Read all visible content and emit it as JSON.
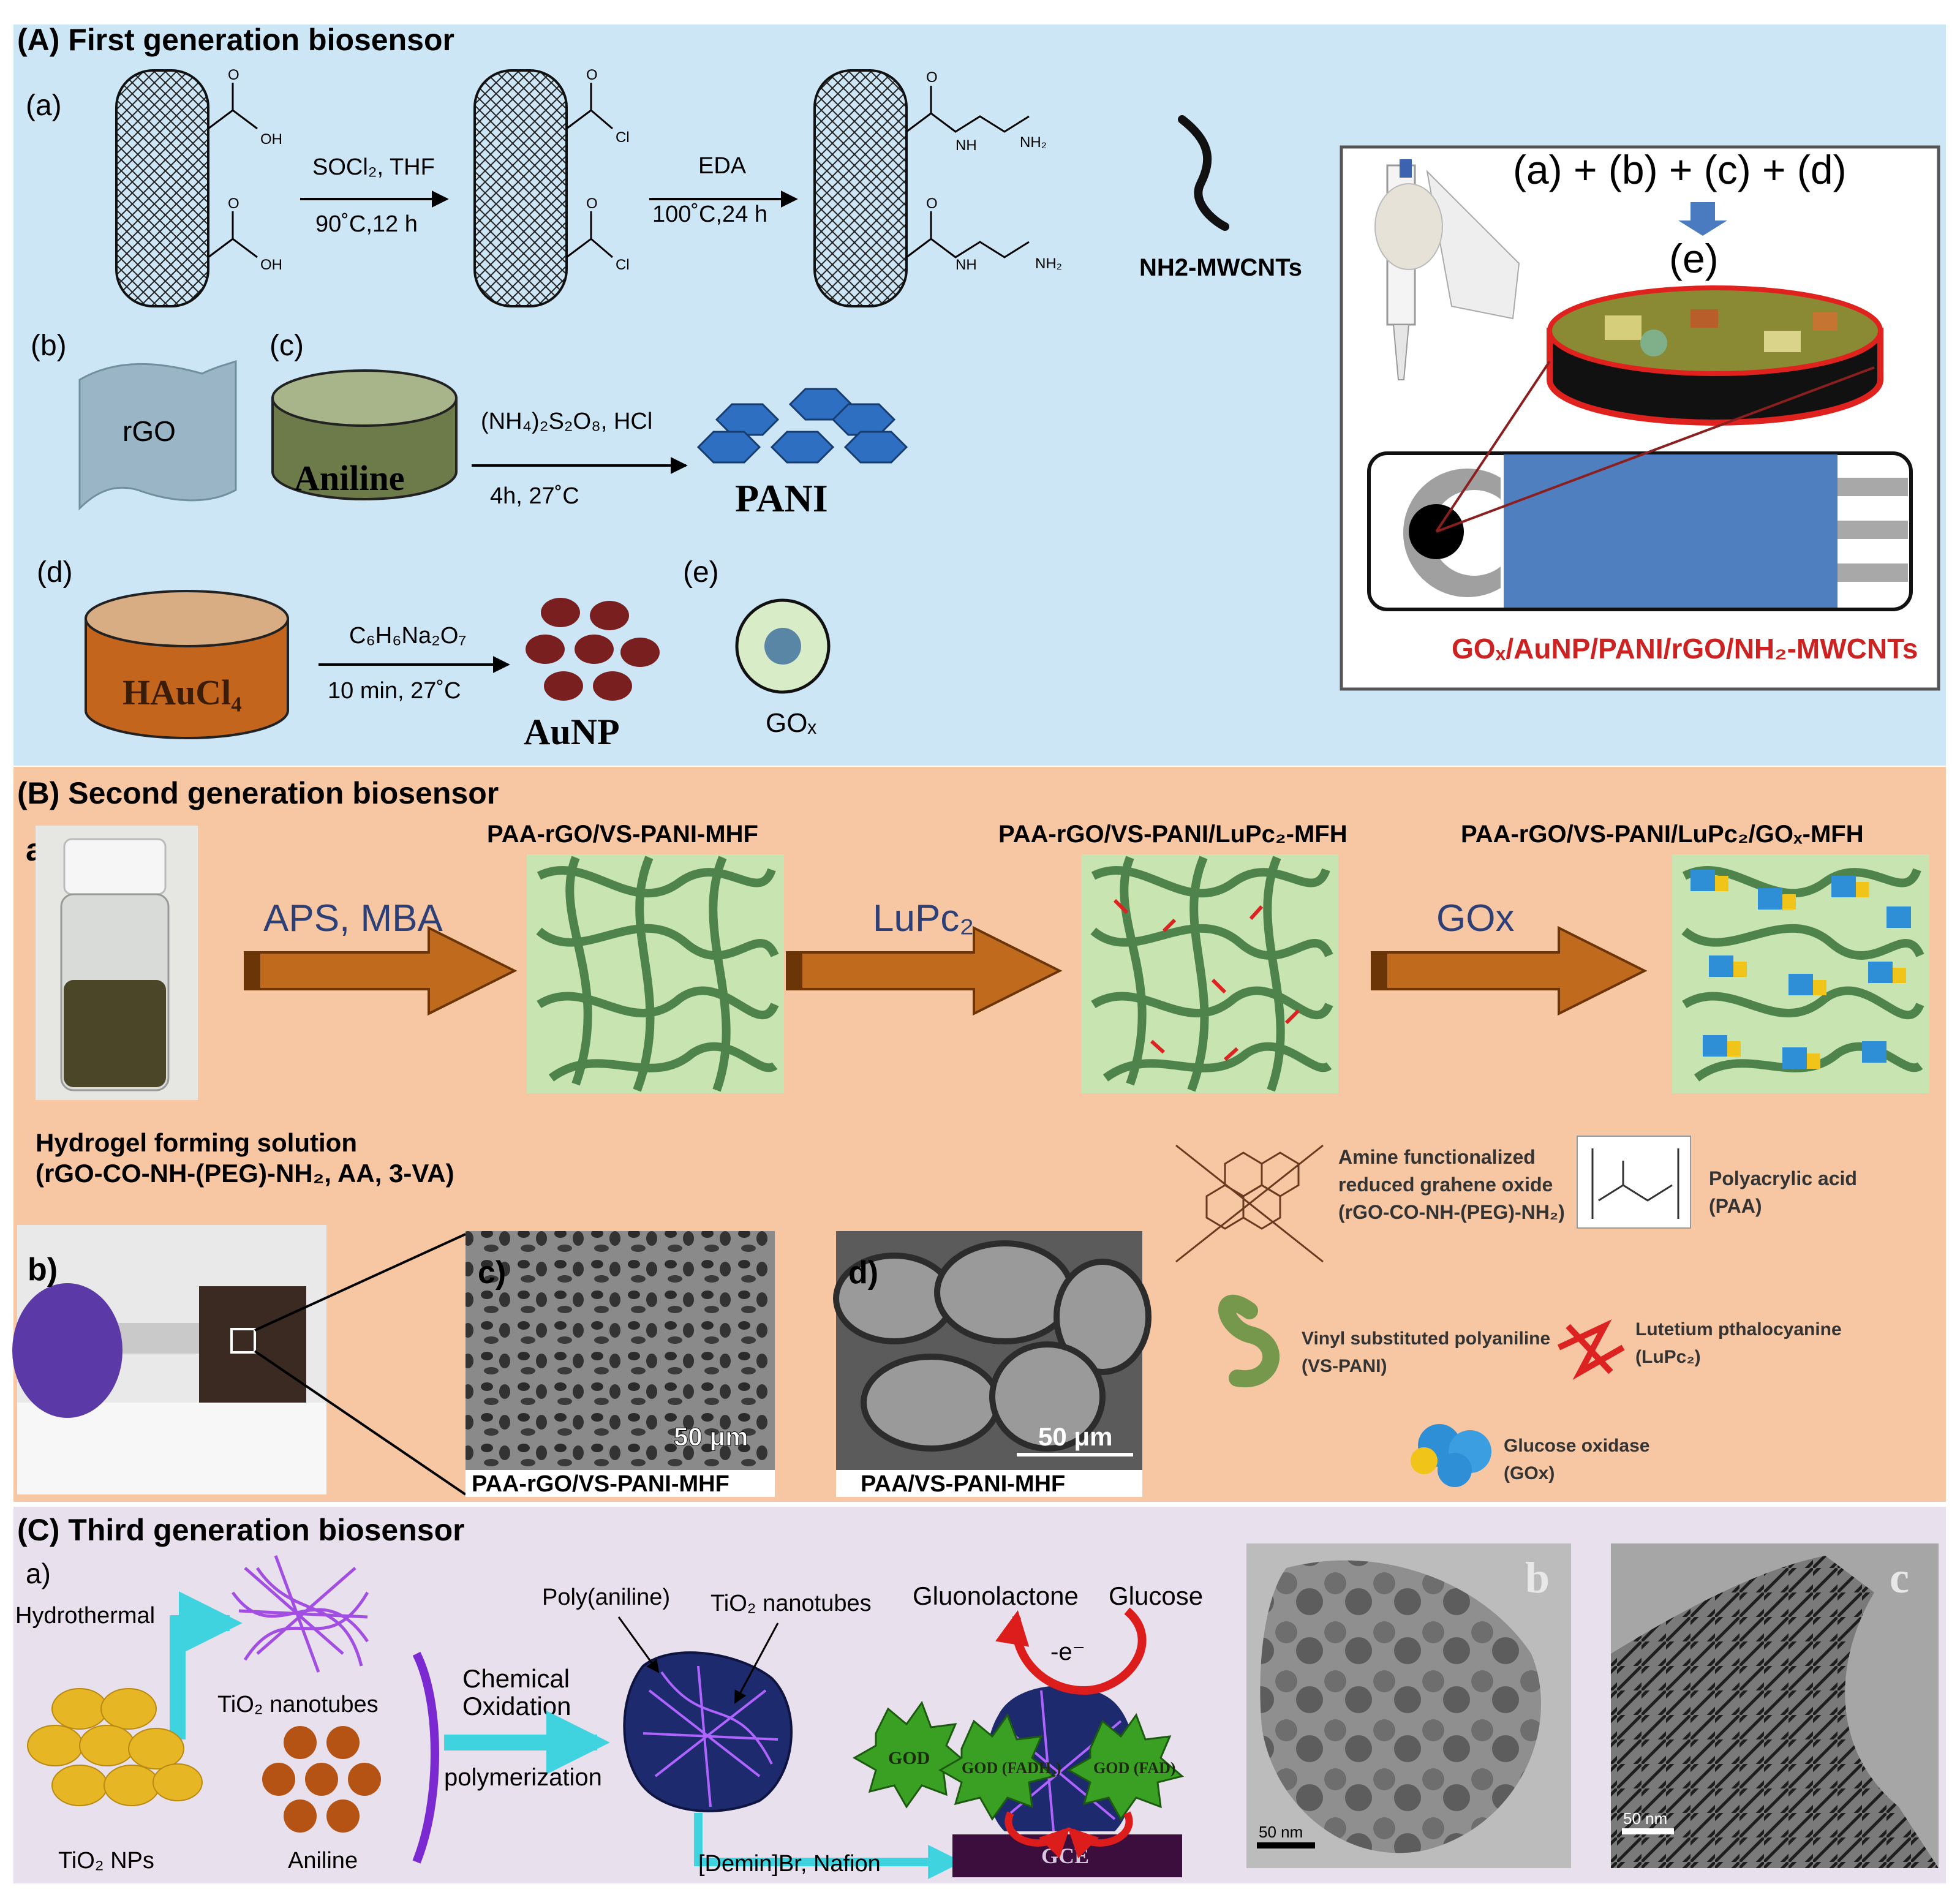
{
  "panelA": {
    "title": "(A) First generation biosensor",
    "label_a": "(a)",
    "label_b": "(b)",
    "label_c": "(c)",
    "label_d": "(d)",
    "label_e": "(e)",
    "step1_top": "SOCl₂, THF",
    "step1_bottom": "90˚C,12 h",
    "step2_top": "EDA",
    "step2_bottom": "100˚C,24 h",
    "oh": "OH",
    "cl": "Cl",
    "o": "O",
    "nh": "NH",
    "nh2": "NH₂",
    "nh2_mwcnts": "NH2-MWCNTs",
    "rgo": "rGO",
    "aniline": "Aniline",
    "pani_cond_top": "(NH₄)₂S₂O₈, HCl",
    "pani_cond_bottom": "4h, 27˚C",
    "pani": "PANI",
    "haucl4": "HAuCl₄",
    "au_cond_top": "C₆H₆Na₂O₇",
    "au_cond_bottom": "10 min, 27˚C",
    "aunp": "AuNP",
    "gox": "GOₓ",
    "combo": "(a) + (b) + (c) + (d)",
    "combo_result": "(e)",
    "electrode_label": "GOₓ/AuNP/PANI/rGO/NH₂-MWCNTs"
  },
  "panelB": {
    "title": "(B) Second generation biosensor",
    "label_a": "a)",
    "label_b": "b)",
    "label_c": "c)",
    "label_d": "d)",
    "gel1": "PAA-rGO/VS-PANI-MHF",
    "gel2": "PAA-rGO/VS-PANI/LuPc₂-MFH",
    "gel3": "PAA-rGO/VS-PANI/LuPc₂/GOₓ-MFH",
    "arrow1": "APS, MBA",
    "arrow2": "LuPc₂",
    "arrow3": "GOx",
    "solution_line1": "Hydrogel forming solution",
    "solution_line2": "(rGO-CO-NH-(PEG)-NH₂, AA, 3-VA)",
    "sem_c_caption": "PAA-rGO/VS-PANI-MHF",
    "sem_d_caption": "PAA/VS-PANI-MHF",
    "scale": "50 μm",
    "legend": {
      "rgo_line1": "Amine functionalized",
      "rgo_line2": "reduced grahene oxide",
      "rgo_line3": "(rGO-CO-NH-(PEG)-NH₂)",
      "paa_line1": "Polyacrylic acid",
      "paa_line2": "(PAA)",
      "vspani_line1": "Vinyl substituted polyaniline",
      "vspani_line2": "(VS-PANI)",
      "lupc_line1": "Lutetium pthalocyanine",
      "lupc_line2": "(LuPc₂)",
      "gox_line1": "Glucose oxidase",
      "gox_line2": "(GOx)"
    }
  },
  "panelC": {
    "title": "(C) Third generation biosensor",
    "label_a": "a)",
    "hydrothermal": "Hydrothermal",
    "tio2_nanotubes": "TiO₂ nanotubes",
    "tio2_nps": "TiO₂ NPs",
    "aniline": "Aniline",
    "chem_line1": "Chemical",
    "chem_line2": "Oxidation",
    "polymerization": "polymerization",
    "poly_aniline": "Poly(aniline)",
    "tio2_nanotubes2": "TiO₂ nanotubes",
    "gluconolactone": "Gluonolactone",
    "glucose": "Glucose",
    "electron": "-e⁻",
    "god": "GOD",
    "god_fadh": "GOD (FADH₂)",
    "god_fad": "GOD (FAD)",
    "demin": "[Demin]Br, Nafion",
    "gce": "GCE",
    "tem_b": "b",
    "tem_c": "c",
    "tem_scale": "50 nm"
  },
  "colors": {
    "panelA_bg": "#cde6f5",
    "panelB_bg": "#f7c7a3",
    "panelC_bg": "#e8e0ec",
    "electrode_blue": "#4f7fbf",
    "arrow_brown": "#c06a1e",
    "red_label": "#cc2222"
  }
}
